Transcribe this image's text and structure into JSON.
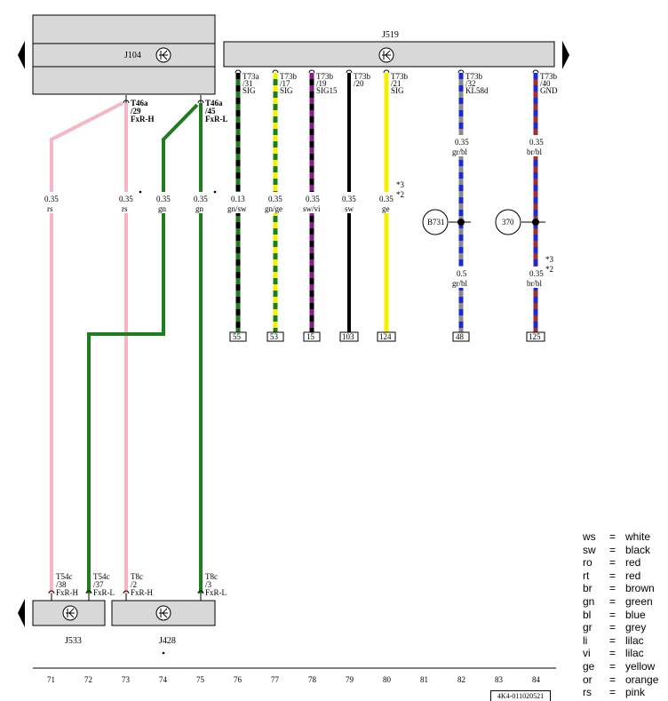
{
  "components": {
    "j104": "J104",
    "j519": "J519",
    "j533": "J533",
    "j428": "J428",
    "b731": "B731",
    "c370": "370"
  },
  "connectors": {
    "t46a_29": {
      "a": "T46a",
      "b": "/29",
      "c": "FxR-H"
    },
    "t46a_45": {
      "a": "T46a",
      "b": "/45",
      "c": "FxR-L"
    },
    "t73a_31": {
      "a": "T73a",
      "b": "/31",
      "c": "SIG"
    },
    "t73b_17": {
      "a": "T73b",
      "b": "/17",
      "c": "SIG"
    },
    "t73b_19": {
      "a": "T73b",
      "b": "/19",
      "c": "SIG15"
    },
    "t73b_20": {
      "a": "T73b",
      "b": "/20",
      "c": ""
    },
    "t73b_21": {
      "a": "T73b",
      "b": "/21",
      "c": "SIG"
    },
    "t73b_32": {
      "a": "T73b",
      "b": "/32",
      "c": "KL58d"
    },
    "t73b_40": {
      "a": "T73b",
      "b": "/40",
      "c": "GND"
    },
    "t54c_38": {
      "a": "T54c",
      "b": "/38",
      "c": "FxR-H"
    },
    "t54c_37": {
      "a": "T54c",
      "b": "/37",
      "c": "FxR-L"
    },
    "t8c_2": {
      "a": "T8c",
      "b": "/2",
      "c": "FxR-H"
    },
    "t8c_3": {
      "a": "T8c",
      "b": "/3",
      "c": "FxR-L"
    }
  },
  "wire_labels": {
    "w71": {
      "size": "0.35",
      "color": "rs"
    },
    "w73": {
      "size": "0.35",
      "color": "rs"
    },
    "w74": {
      "size": "0.35",
      "color": "gn"
    },
    "w75": {
      "size": "0.35",
      "color": "gn"
    },
    "w76": {
      "size": "0.13",
      "color": "gn/sw"
    },
    "w77": {
      "size": "0.35",
      "color": "gn/ge"
    },
    "w78": {
      "size": "0.35",
      "color": "sw/vi"
    },
    "w79": {
      "size": "0.35",
      "color": "sw"
    },
    "w80": {
      "size": "0.35",
      "color": "ge"
    },
    "w82a": {
      "size": "0.35",
      "color": "gr/bl"
    },
    "w82b": {
      "size": "0.5",
      "color": "gr/bl"
    },
    "w84a": {
      "size": "0.35",
      "color": "br/bl"
    },
    "w84b": {
      "size": "0.35",
      "color": "br/bl"
    }
  },
  "footnotes": {
    "f80a": "*3",
    "f80b": "*2",
    "f84a": "*3",
    "f84b": "*2"
  },
  "wire_refs": [
    "55",
    "53",
    "15",
    "103",
    "124",
    "48",
    "125"
  ],
  "grid_numbers": [
    "71",
    "72",
    "73",
    "74",
    "75",
    "76",
    "77",
    "78",
    "79",
    "80",
    "81",
    "82",
    "83",
    "84"
  ],
  "legend": [
    {
      "code": "ws",
      "eq": "=",
      "name": "white"
    },
    {
      "code": "sw",
      "eq": "=",
      "name": "black"
    },
    {
      "code": "ro",
      "eq": "=",
      "name": "red"
    },
    {
      "code": "rt",
      "eq": "=",
      "name": "red"
    },
    {
      "code": "br",
      "eq": "=",
      "name": "brown"
    },
    {
      "code": "gn",
      "eq": "=",
      "name": "green"
    },
    {
      "code": "bl",
      "eq": "=",
      "name": "blue"
    },
    {
      "code": "gr",
      "eq": "=",
      "name": "grey"
    },
    {
      "code": "li",
      "eq": "=",
      "name": "lilac"
    },
    {
      "code": "vi",
      "eq": "=",
      "name": "lilac"
    },
    {
      "code": "ge",
      "eq": "=",
      "name": "yellow"
    },
    {
      "code": "or",
      "eq": "=",
      "name": "orange"
    },
    {
      "code": "rs",
      "eq": "=",
      "name": "pink"
    }
  ],
  "doc_number": "4K4-011020521",
  "colors": {
    "pink": "#f6b6c4",
    "green": "#1e7e1e",
    "black": "#000000",
    "yellow": "#f6f000",
    "violet": "#8a1a8a",
    "blue": "#1a2ad8",
    "grey": "#8a8a8a",
    "brown": "#a0302a",
    "box_fill": "#d8d8d8"
  }
}
